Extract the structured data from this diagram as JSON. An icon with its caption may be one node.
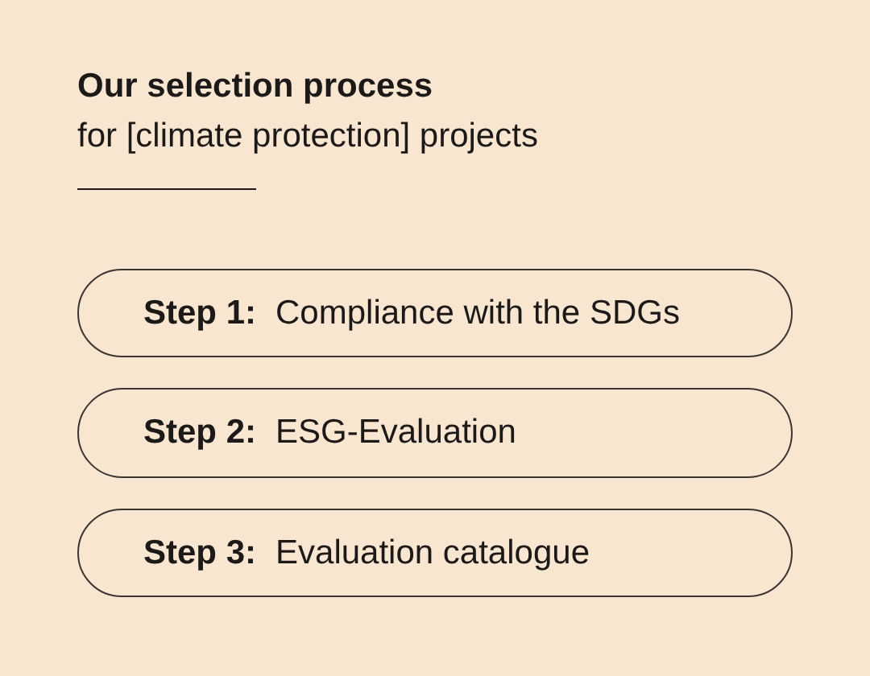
{
  "diagram": {
    "title": "Our selection process",
    "nodes": [
      {
        "text": [
          "Step 1:",
          "Compliance with the SDGs"
        ]
      },
      {
        "text": [
          "Step 2:",
          "ESG-Evaluation"
        ]
      },
      {
        "text": [
          "Step 3:",
          "Evaluation catalogue"
        ]
      }
    ],
    "labels": [
      "for [climate protection] projects"
    ]
  }
}
